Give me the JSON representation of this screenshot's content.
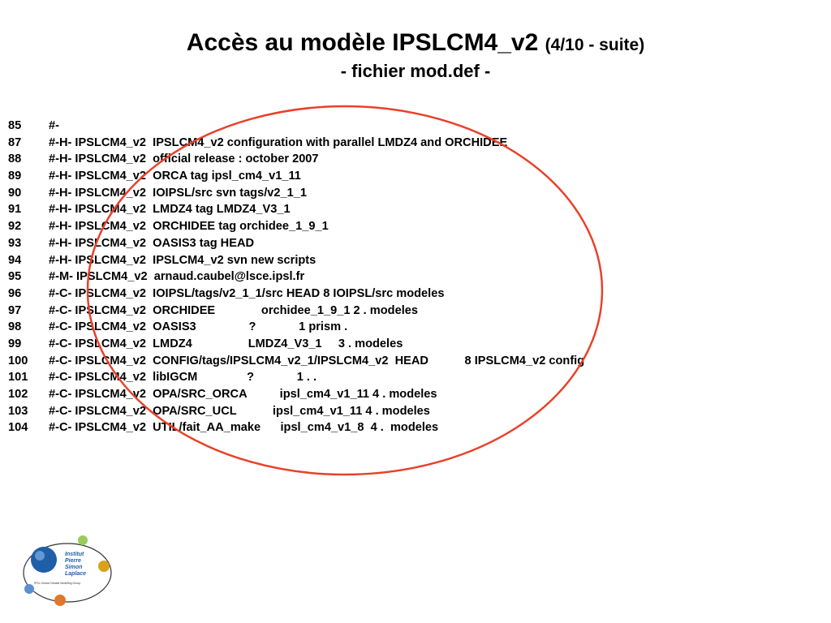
{
  "slide": {
    "title_main": "Accès au modèle IPSLCM4_v2",
    "title_sub": "(4/10 - suite)",
    "title_line2": "- fichier mod.def -"
  },
  "lines": [
    {
      "num": "85",
      "text": "#-"
    },
    {
      "num": "87",
      "text": "#-H- IPSLCM4_v2  IPSLCM4_v2 configuration with parallel LMDZ4 and ORCHIDEE"
    },
    {
      "num": "88",
      "text": "#-H- IPSLCM4_v2  official release : october 2007"
    },
    {
      "num": "89",
      "text": "#-H- IPSLCM4_v2  ORCA tag ipsl_cm4_v1_11"
    },
    {
      "num": "90",
      "text": "#-H- IPSLCM4_v2  IOIPSL/src svn tags/v2_1_1"
    },
    {
      "num": "91",
      "text": "#-H- IPSLCM4_v2  LMDZ4 tag LMDZ4_V3_1"
    },
    {
      "num": "92",
      "text": "#-H- IPSLCM4_v2  ORCHIDEE tag orchidee_1_9_1"
    },
    {
      "num": "93",
      "text": "#-H- IPSLCM4_v2  OASIS3 tag HEAD"
    },
    {
      "num": "94",
      "text": "#-H- IPSLCM4_v2  IPSLCM4_v2 svn new scripts"
    },
    {
      "num": "95",
      "text": "#-M- IPSLCM4_v2  arnaud.caubel@lsce.ipsl.fr"
    },
    {
      "num": "96",
      "text": "#-C- IPSLCM4_v2  IOIPSL/tags/v2_1_1/src HEAD 8 IOIPSL/src modeles"
    },
    {
      "num": "97",
      "text": "#-C- IPSLCM4_v2  ORCHIDEE              orchidee_1_9_1 2 . modeles"
    },
    {
      "num": "98",
      "text": "#-C- IPSLCM4_v2  OASIS3                ?             1 prism ."
    },
    {
      "num": "99",
      "text": "#-C- IPSLCM4_v2  LMDZ4                 LMDZ4_V3_1     3 . modeles"
    },
    {
      "num": "100",
      "text": "#-C- IPSLCM4_v2  CONFIG/tags/IPSLCM4_v2_1/IPSLCM4_v2  HEAD           8 IPSLCM4_v2 config"
    },
    {
      "num": "101",
      "text": "#-C- IPSLCM4_v2  libIGCM               ?             1 . ."
    },
    {
      "num": "102",
      "text": "#-C- IPSLCM4_v2  OPA/SRC_ORCA          ipsl_cm4_v1_11 4 . modeles"
    },
    {
      "num": "103",
      "text": "#-C- IPSLCM4_v2  OPA/SRC_UCL           ipsl_cm4_v1_11 4 . modeles"
    },
    {
      "num": "104",
      "text": "#-C- IPSLCM4_v2  UTIL/fait_AA_make      ipsl_cm4_v1_8  4 .  modeles"
    }
  ],
  "logo": {
    "text_line1": "Institut",
    "text_line2": "Pierre",
    "text_line3": "Simon",
    "text_line4": "Laplace",
    "caption": "IPSL Global Climate Modeling Group"
  },
  "colors": {
    "ellipse": "#e8412a",
    "logo_blue": "#1f5fa8"
  }
}
